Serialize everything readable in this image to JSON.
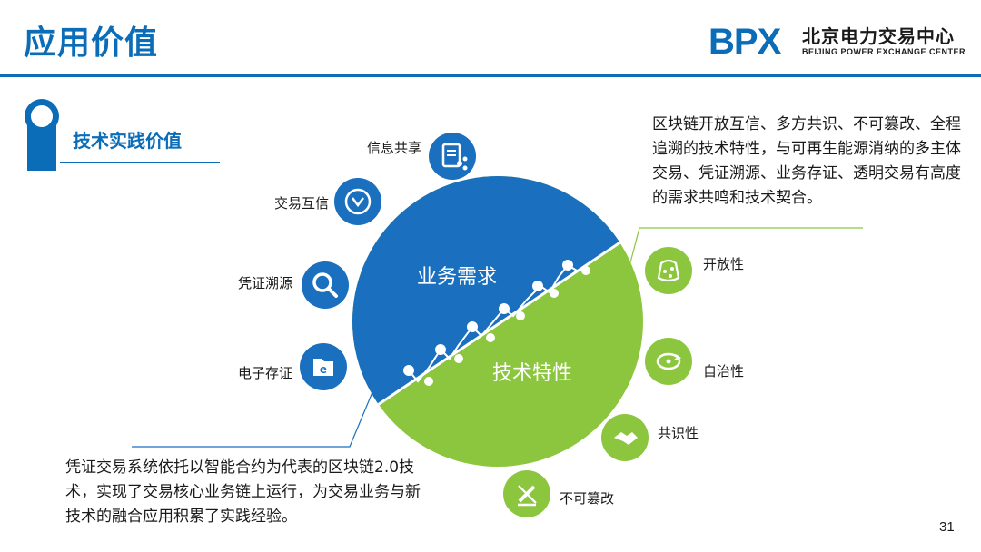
{
  "header": {
    "title": "应用价值",
    "logo_mark": "BPX",
    "logo_cn": "北京电力交易中心",
    "logo_en": "BEIJING POWER EXCHANGE CENTER"
  },
  "section": {
    "title": "技术实践价值"
  },
  "paragraphs": {
    "right": "区块链开放互信、多方共识、不可篡改、全程追溯的技术特性，与可再生能源消纳的多主体交易、凭证溯源、业务存证、透明交易有高度的需求共鸣和技术契合。",
    "left": "凭证交易系统依托以智能合约为代表的区块链2.0技术，实现了交易核心业务链上运行，为交易业务与新技术的融合应用积累了实践经验。"
  },
  "circle": {
    "top_label": "业务需求",
    "bottom_label": "技术特性",
    "top_color": "#1a6fbf",
    "bottom_color": "#8cc63f"
  },
  "left_items": [
    {
      "label": "信息共享",
      "icon": "document-share-icon"
    },
    {
      "label": "交易互信",
      "icon": "handshake-phone-icon"
    },
    {
      "label": "凭证溯源",
      "icon": "magnifier-icon"
    },
    {
      "label": "电子存证",
      "icon": "e-folder-icon"
    }
  ],
  "right_items": [
    {
      "label": "开放性",
      "icon": "network-bag-icon"
    },
    {
      "label": "自治性",
      "icon": "cycle-icon"
    },
    {
      "label": "共识性",
      "icon": "handshake-icon"
    },
    {
      "label": "不可篡改",
      "icon": "no-edit-icon"
    }
  ],
  "page_number": "31"
}
